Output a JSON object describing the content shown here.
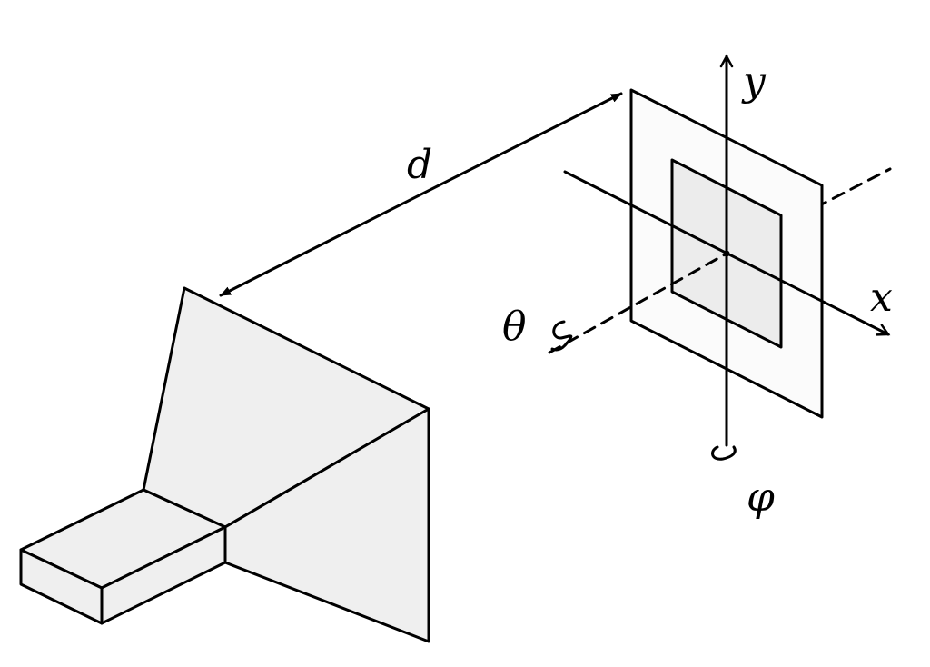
{
  "labels": {
    "distance": "d",
    "axis_y": "y",
    "axis_x": "x",
    "rotation_theta": "θ",
    "rotation_phi": "φ"
  },
  "colors": {
    "stroke": "#000000",
    "horn_fill": "#efefef",
    "frame_fill": "#fbfbfb",
    "aperture_fill": "#ececec",
    "background": "#ffffff"
  },
  "icons": {
    "theta_rotation": "rotation-arrow-icon",
    "phi_rotation": "rotation-arrow-icon"
  }
}
